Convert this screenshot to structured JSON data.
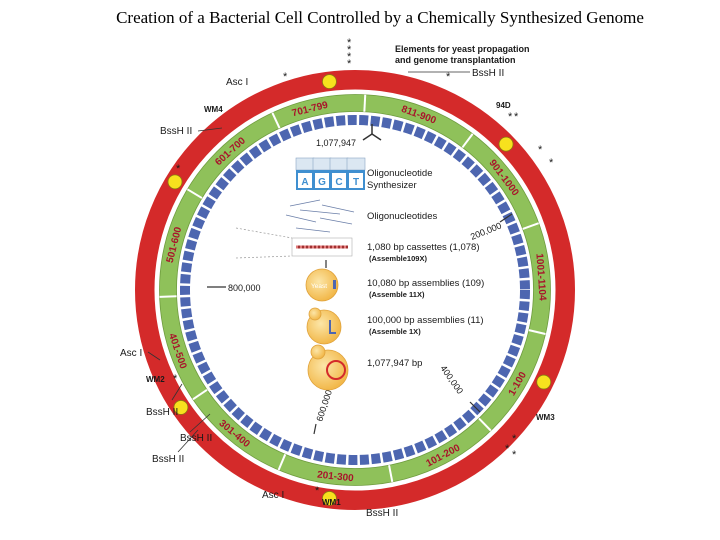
{
  "title": "Creation of a Bacterial Cell Controlled by a Chemically Synthesized Genome",
  "colors": {
    "outer_ring": "#d42a2a",
    "cassette_ring": "#8fc15a",
    "cassette_ring_dark": "#6e9c3e",
    "oligo_ring": "#4d66b0",
    "marker": "#f7e11e",
    "segment_text": "#a8152b"
  },
  "top_elements": {
    "label_line1": "Elements for yeast propagation",
    "label_line2": "and genome transplantation"
  },
  "segments": [
    {
      "label": "701-799"
    },
    {
      "label": "811-900"
    },
    {
      "label": "901-1000"
    },
    {
      "label": "1001-1104"
    },
    {
      "label": "1-100"
    },
    {
      "label": "101-200"
    },
    {
      "label": "201-300"
    },
    {
      "label": "301-400"
    },
    {
      "label": "401-500"
    },
    {
      "label": "501-600"
    },
    {
      "label": "601-700"
    }
  ],
  "watermarks": [
    {
      "label": "WM4"
    },
    {
      "label": "94D"
    },
    {
      "label": "WM3"
    },
    {
      "label": "WM1"
    },
    {
      "label": "WM2"
    }
  ],
  "site_labels": {
    "bssh_top_right": "BssH II",
    "asc_top_left": "Asc I",
    "bssh_top_left": "BssH II",
    "asc_left": "Asc I",
    "bssh_left_1": "BssH II",
    "bssh_left_2": "BssH II",
    "bssh_left_3": "BssH II",
    "asc_bottom": "Asc I",
    "bssh_bottom": "BssH II"
  },
  "coordinates": {
    "c_1077947": "1,077,947",
    "c_200000": "200,000",
    "c_400000": "400,000",
    "c_600000": "600,000",
    "c_800000": "800,000"
  },
  "assembly_steps": [
    {
      "text": "Oligonucleotide",
      "sub": ""
    },
    {
      "text": "Synthesizer",
      "sub": ""
    },
    {
      "text": "Oligonucleotides",
      "sub": ""
    },
    {
      "text": "1,080 bp cassettes (1,078)",
      "sub": "(Assemble109X)"
    },
    {
      "text": "10,080 bp assemblies (109)",
      "sub": "(Assemble 11X)"
    },
    {
      "text": "100,000 bp assemblies (11)",
      "sub": "(Assemble 1X)"
    },
    {
      "text": "1,077,947 bp",
      "sub": ""
    }
  ],
  "synth_letters": [
    "A",
    "G",
    "C",
    "T"
  ],
  "yeast_label": "Yeast",
  "star": "*"
}
